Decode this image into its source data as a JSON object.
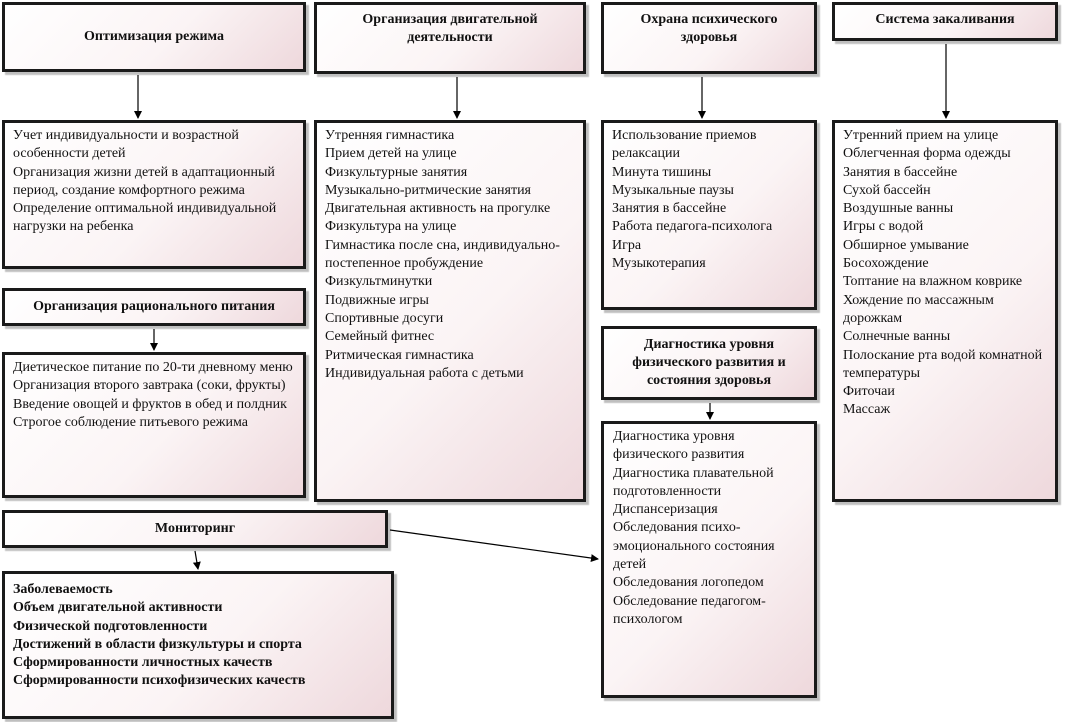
{
  "blocks": {
    "rezhim": {
      "title": "Оптимизация режима",
      "items": [
        "Учет индивидуальности и возрастной особенности детей",
        "Организация жизни детей в адаптационный период, создание комфортного режима",
        "Определение оптимальной индивидуальной нагрузки на ребенка"
      ]
    },
    "dvig": {
      "title": "Организация двигательной деятельности",
      "items": [
        "Утренняя гимнастика",
        "Прием детей на улице",
        "Физкультурные занятия",
        "Музыкально-ритмические занятия",
        "Двигательная активность на прогулке",
        "Физкультура на улице",
        "Гимнастика после сна, индивидуально-постепенное пробуждение",
        "Физкультминутки",
        "Подвижные игры",
        "Спортивные досуги",
        "Семейный фитнес",
        "Ритмическая гимнастика",
        "Индивидуальная работа с детьми"
      ]
    },
    "psih": {
      "title": "Охрана психического здоровья",
      "items": [
        "Использование приемов релаксации",
        "Минута тишины",
        "Музыкальные паузы",
        "Занятия в бассейне",
        "Работа педагога-психолога",
        "Игра",
        "Музыкотерапия"
      ]
    },
    "zakal": {
      "title": "Система закаливания",
      "items": [
        "Утренний прием на улице",
        "Облегченная форма одежды",
        "Занятия в бассейне",
        "Сухой бассейн",
        "Воздушные ванны",
        "Игры с водой",
        "Обширное умывание",
        "Босохождение",
        "Топтание на влажном коврике",
        "Хождение по массажным дорожкам",
        "Солнечные ванны",
        "Полоскание рта водой комнатной температуры",
        "Фиточаи",
        "Массаж"
      ]
    },
    "pitanie": {
      "title": "Организация рационального питания",
      "items": [
        "Диетическое питание по 20-ти дневному меню",
        "Организация второго завтрака (соки, фрукты)",
        "Введение овощей и фруктов в обед и полдник",
        "Строгое соблюдение питьевого режима"
      ]
    },
    "diag": {
      "title": "Диагностика уровня физического развития и состояния здоровья",
      "items": [
        "Диагностика уровня физического развития",
        "Диагностика плавательной подготовленности",
        "Диспансеризация",
        "Обследования психо-эмоционального состояния детей",
        "Обследования логопедом",
        "Обследование педагогом-психологом"
      ]
    },
    "monitor": {
      "title": "Мониторинг",
      "items": [
        "Заболеваемость",
        "Объем двигательной активности",
        "Физической подготовленности",
        "Достижений в области физкультуры и спорта",
        "Сформированности личностных качеств",
        "Сформированности психофизических качеств"
      ]
    }
  }
}
